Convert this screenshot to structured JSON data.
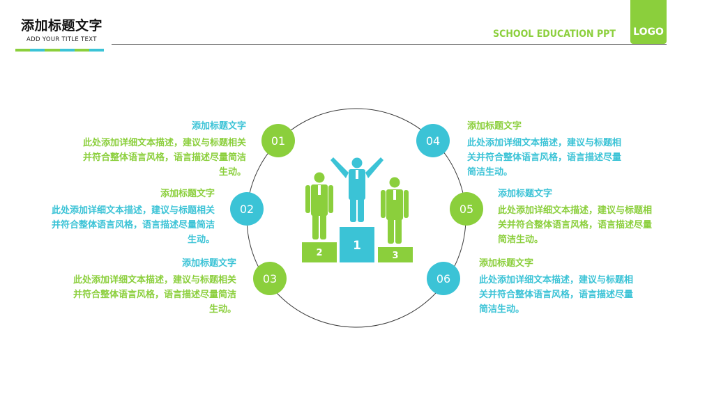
{
  "header": {
    "title": "添加标题文字",
    "subtitle": "ADD YOUR TITLE TEXT",
    "brand_text": "SCHOOL EDUCATION PPT",
    "logo_label": "LOGO"
  },
  "colors": {
    "green": "#8bcf3c",
    "blue": "#3bc3d6",
    "line": "#3a3a3a"
  },
  "podium": {
    "first": "1",
    "second": "2",
    "third": "3"
  },
  "items": [
    {
      "number": "01",
      "title": "添加标题文字",
      "lines": [
        "此处添加详细文本描述，建议与标题相关",
        "并符合整体语言风格，语言描述尽量简洁",
        "生动。"
      ]
    },
    {
      "number": "02",
      "title": "添加标题文字",
      "lines": [
        "此处添加详细文本描述，建议与标题相关",
        "并符合整体语言风格，语言描述尽量简洁",
        "生动。"
      ]
    },
    {
      "number": "03",
      "title": "添加标题文字",
      "lines": [
        "此处添加详细文本描述，建议与标题相关",
        "并符合整体语言风格，语言描述尽量简洁",
        "生动。"
      ]
    },
    {
      "number": "04",
      "title": "添加标题文字",
      "lines": [
        "此处添加详细文本描述，建议与标题相",
        "关并符合整体语言风格，语言描述尽量",
        "简洁生动。"
      ]
    },
    {
      "number": "05",
      "title": "添加标题文字",
      "lines": [
        "此处添加详细文本描述，建议与标题相",
        "关并符合整体语言风格，语言描述尽量",
        "简洁生动。"
      ]
    },
    {
      "number": "06",
      "title": "添加标题文字",
      "lines": [
        "此处添加详细文本描述，建议与标题相",
        "关并符合整体语言风格，语言描述尽量",
        "简洁生动。"
      ]
    }
  ]
}
